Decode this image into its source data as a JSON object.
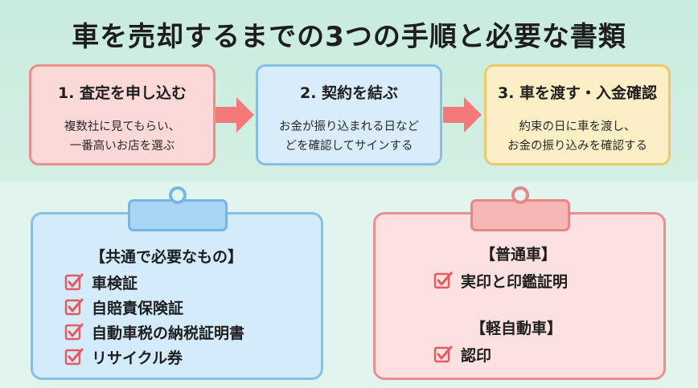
{
  "title": "車を売却するまでの3つの手順と必要な書類",
  "steps": [
    {
      "title": "1. 査定を申し込む",
      "desc": "複数社に見てもらい、\n一番高いお店を選ぶ"
    },
    {
      "title": "2. 契約を結ぶ",
      "desc": "お金が振り込まれる日など\nどを確認してサインする"
    },
    {
      "title": "3. 車を渡す・入金確認",
      "desc": "約束の日に車を渡し、\nお金の振り込みを確認する"
    }
  ],
  "common": {
    "heading": "【共通で必要なもの】",
    "items": [
      "車検証",
      "自賠責保険証",
      "自動車税の納税証明書",
      "リサイクル券"
    ]
  },
  "regular": {
    "heading": "【普通車】",
    "items": [
      "実印と印鑑証明"
    ]
  },
  "light": {
    "heading": "【軽自動車】",
    "items": [
      "認印"
    ]
  },
  "colors": {
    "arrow": "#f47a7a",
    "check": "#e8585f",
    "step1_fill": "#fbd9d9",
    "step2_fill": "#d8ecfb",
    "step3_fill": "#fcefc6"
  },
  "icons": {
    "arrow": "arrow-right-icon",
    "check": "checkbox-checked-icon",
    "clip": "clipboard-clip-icon"
  }
}
